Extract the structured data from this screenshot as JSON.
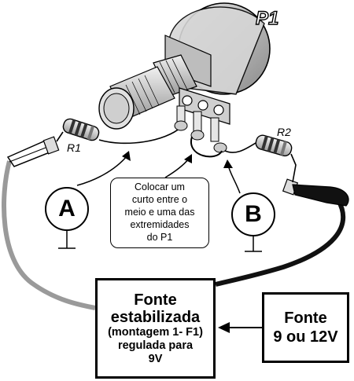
{
  "labels": {
    "p1": "P1",
    "r1": "R1",
    "r2": "R2",
    "meter_a": "A",
    "meter_b": "B"
  },
  "note": {
    "line1": "Colocar um",
    "line2": "curto entre o",
    "line3": "meio e uma das",
    "line4": "extremidades",
    "line5": "do P1"
  },
  "fonte_estabilizada": {
    "line1": "Fonte",
    "line2": "estabilizada",
    "line3": "(montagem 1- F1)",
    "line4": "regulada para",
    "line5": "9V"
  },
  "fonte_externa": {
    "line1": "Fonte",
    "line2": "9 ou 12V"
  },
  "colors": {
    "wire_black": "#111111",
    "wire_gray": "#9a9a9a",
    "pot_body": "#c8c8c8"
  }
}
